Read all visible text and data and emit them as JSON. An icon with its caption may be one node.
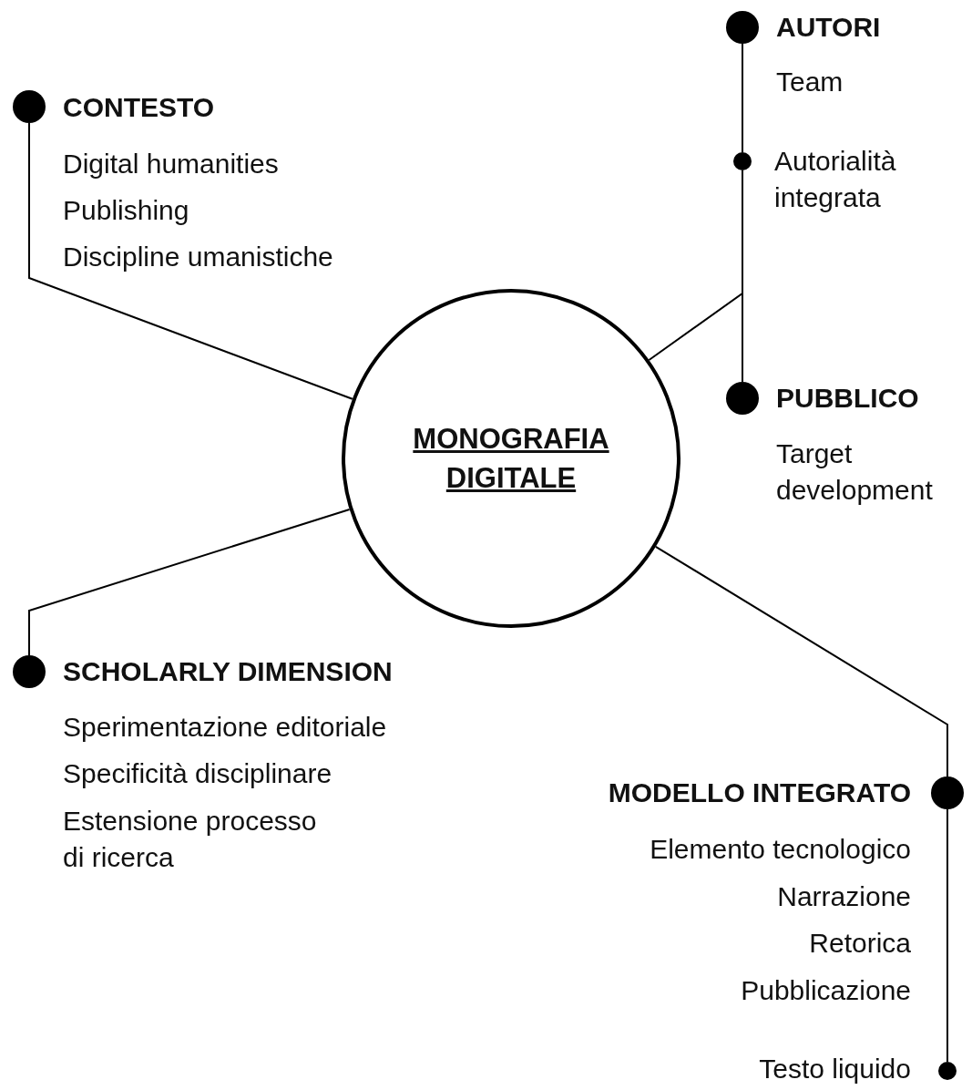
{
  "diagram": {
    "nodes": [
      {
        "text": [
          "MONOGRAFIA DIGITALE"
        ]
      },
      {
        "text": [
          "CONTESTO",
          "Digital humanities",
          "Publishing",
          "Discipline umanistiche"
        ]
      },
      {
        "text": [
          "AUTORI",
          "Team"
        ]
      },
      {
        "text": [
          "Autorialità integrata"
        ]
      },
      {
        "text": [
          "PUBBLICO",
          "Target development"
        ]
      },
      {
        "text": [
          "SCHOLARLY DIMENSION",
          "Sperimentazione editoriale",
          "Specificità disciplinare",
          "Estensione processo di ricerca"
        ]
      },
      {
        "text": [
          "MODELLO INTEGRATO",
          "Elemento tecnologico",
          "Narrazione",
          "Retorica",
          "Pubblicazione"
        ]
      },
      {
        "text": [
          "Testo liquido"
        ]
      }
    ],
    "edges": [
      {
        "from": 0,
        "to": 1,
        "arrow": "none"
      },
      {
        "from": 2,
        "to": 3,
        "arrow": "none"
      },
      {
        "from": 3,
        "to": 4,
        "arrow": "none"
      },
      {
        "from": 0,
        "to": 4,
        "arrow": "none"
      },
      {
        "from": 0,
        "to": 5,
        "arrow": "none"
      },
      {
        "from": 0,
        "to": 6,
        "arrow": "none"
      },
      {
        "from": 6,
        "to": 7,
        "arrow": "none"
      }
    ]
  }
}
